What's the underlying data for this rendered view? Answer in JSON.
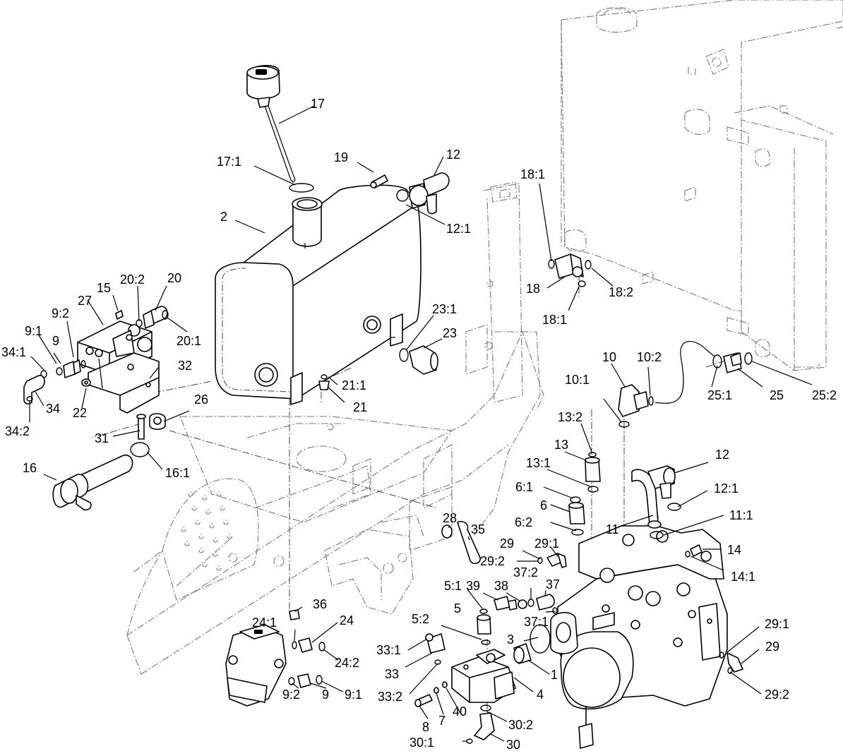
{
  "callouts": [
    {
      "id": "c-17",
      "text": "17"
    },
    {
      "id": "c-17-1",
      "text": "17:1"
    },
    {
      "id": "c-19",
      "text": "19"
    },
    {
      "id": "c-12a",
      "text": "12"
    },
    {
      "id": "c-12-1a",
      "text": "12:1"
    },
    {
      "id": "c-2",
      "text": "2"
    },
    {
      "id": "c-15",
      "text": "15"
    },
    {
      "id": "c-20-2",
      "text": "20:2"
    },
    {
      "id": "c-20",
      "text": "20"
    },
    {
      "id": "c-27",
      "text": "27"
    },
    {
      "id": "c-9-2a",
      "text": "9:2"
    },
    {
      "id": "c-9-1a",
      "text": "9:1"
    },
    {
      "id": "c-9a",
      "text": "9"
    },
    {
      "id": "c-20-1",
      "text": "20:1"
    },
    {
      "id": "c-34-1",
      "text": "34:1"
    },
    {
      "id": "c-32",
      "text": "32"
    },
    {
      "id": "c-34",
      "text": "34"
    },
    {
      "id": "c-22",
      "text": "22"
    },
    {
      "id": "c-34-2",
      "text": "34:2"
    },
    {
      "id": "c-26",
      "text": "26"
    },
    {
      "id": "c-31",
      "text": "31"
    },
    {
      "id": "c-16",
      "text": "16"
    },
    {
      "id": "c-16-1",
      "text": "16:1"
    },
    {
      "id": "c-23-1",
      "text": "23:1"
    },
    {
      "id": "c-23",
      "text": "23"
    },
    {
      "id": "c-21-1",
      "text": "21:1"
    },
    {
      "id": "c-21",
      "text": "21"
    },
    {
      "id": "c-18-1a",
      "text": "18:1"
    },
    {
      "id": "c-18",
      "text": "18"
    },
    {
      "id": "c-18-2",
      "text": "18:2"
    },
    {
      "id": "c-18-1b",
      "text": "18:1"
    },
    {
      "id": "c-10",
      "text": "10"
    },
    {
      "id": "c-10-2",
      "text": "10:2"
    },
    {
      "id": "c-10-1",
      "text": "10:1"
    },
    {
      "id": "c-25-1",
      "text": "25:1"
    },
    {
      "id": "c-25",
      "text": "25"
    },
    {
      "id": "c-25-2",
      "text": "25:2"
    },
    {
      "id": "c-13-2",
      "text": "13:2"
    },
    {
      "id": "c-13",
      "text": "13"
    },
    {
      "id": "c-13-1",
      "text": "13:1"
    },
    {
      "id": "c-12b",
      "text": "12"
    },
    {
      "id": "c-12-1b",
      "text": "12:1"
    },
    {
      "id": "c-6-1",
      "text": "6:1"
    },
    {
      "id": "c-6",
      "text": "6"
    },
    {
      "id": "c-6-2",
      "text": "6:2"
    },
    {
      "id": "c-11",
      "text": "11"
    },
    {
      "id": "c-11-1",
      "text": "11:1"
    },
    {
      "id": "c-28",
      "text": "28"
    },
    {
      "id": "c-35",
      "text": "35"
    },
    {
      "id": "c-29a",
      "text": "29"
    },
    {
      "id": "c-29-1a",
      "text": "29:1"
    },
    {
      "id": "c-29-2a",
      "text": "29:2"
    },
    {
      "id": "c-14",
      "text": "14"
    },
    {
      "id": "c-14-1",
      "text": "14:1"
    },
    {
      "id": "c-5-1",
      "text": "5:1"
    },
    {
      "id": "c-39",
      "text": "39"
    },
    {
      "id": "c-38",
      "text": "38"
    },
    {
      "id": "c-37-2",
      "text": "37:2"
    },
    {
      "id": "c-37",
      "text": "37"
    },
    {
      "id": "c-36",
      "text": "36"
    },
    {
      "id": "c-5",
      "text": "5"
    },
    {
      "id": "c-37-1",
      "text": "37:1"
    },
    {
      "id": "c-24-1",
      "text": "24:1"
    },
    {
      "id": "c-24",
      "text": "24"
    },
    {
      "id": "c-5-2",
      "text": "5:2"
    },
    {
      "id": "c-3",
      "text": "3"
    },
    {
      "id": "c-29-1b",
      "text": "29:1"
    },
    {
      "id": "c-33-1",
      "text": "33:1"
    },
    {
      "id": "c-24-2",
      "text": "24:2"
    },
    {
      "id": "c-29b",
      "text": "29"
    },
    {
      "id": "c-33",
      "text": "33"
    },
    {
      "id": "c-1",
      "text": "1"
    },
    {
      "id": "c-9-2b",
      "text": "9:2"
    },
    {
      "id": "c-9b",
      "text": "9"
    },
    {
      "id": "c-9-1b",
      "text": "9:1"
    },
    {
      "id": "c-33-2",
      "text": "33:2"
    },
    {
      "id": "c-4",
      "text": "4"
    },
    {
      "id": "c-29-2b",
      "text": "29:2"
    },
    {
      "id": "c-8",
      "text": "8"
    },
    {
      "id": "c-7",
      "text": "7"
    },
    {
      "id": "c-40",
      "text": "40"
    },
    {
      "id": "c-30-2",
      "text": "30:2"
    },
    {
      "id": "c-30-1",
      "text": "30:1"
    },
    {
      "id": "c-30",
      "text": "30"
    }
  ]
}
